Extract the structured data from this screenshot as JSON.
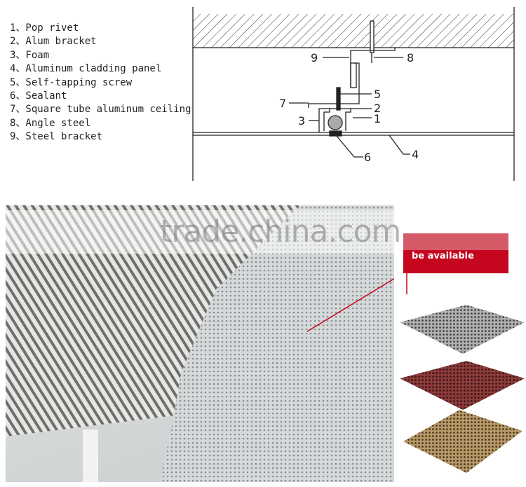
{
  "legend": {
    "items": [
      "1、Pop rivet",
      "2、Alum bracket",
      "3、Foam",
      "4、Aluminum cladding panel",
      "5、Self-tapping screw",
      "6、Sealant",
      "7、Square tube aluminum ceiling",
      "8、Angle steel",
      "9、Steel bracket"
    ]
  },
  "diagram": {
    "callouts": [
      "1",
      "2",
      "3",
      "4",
      "5",
      "6",
      "7",
      "8",
      "9"
    ]
  },
  "watermark": "trade.china.com",
  "banner": {
    "text": "be available",
    "color": "#c4061e"
  },
  "panels": {
    "colors": [
      "#a9a9a9",
      "#8e3b3b",
      "#b89a68"
    ]
  }
}
